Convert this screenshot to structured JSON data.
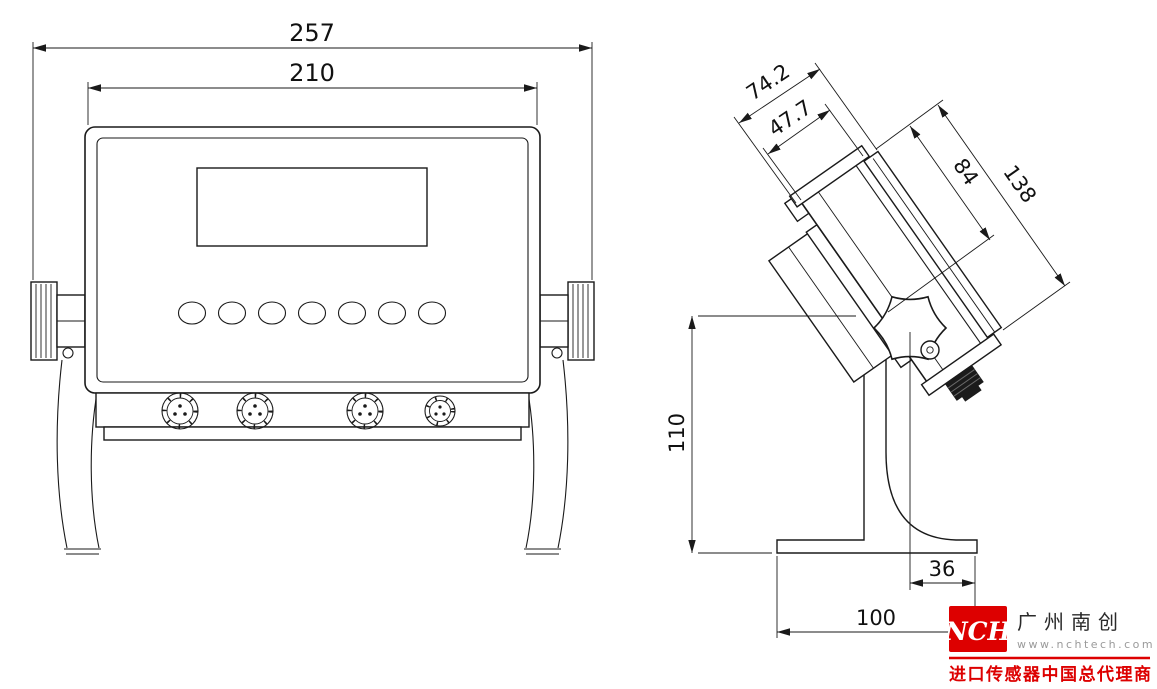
{
  "front_view": {
    "dims": {
      "overall_width": "257",
      "body_width": "210"
    }
  },
  "side_view": {
    "dims": {
      "overall_depth": "74.2",
      "housing_depth": "47.7",
      "pivot_length": "84",
      "overall_length": "138",
      "stand_height": "110",
      "pivot_offset": "36",
      "base_length": "100"
    }
  },
  "logo": {
    "abbr": "NCH",
    "company": "广州南创",
    "website": "www.nchtech.com",
    "tagline": "进口传感器中国总代理商",
    "brand_red": "#dd0000",
    "gray": "#9a9a9a",
    "ink": "#1a1a1a"
  }
}
